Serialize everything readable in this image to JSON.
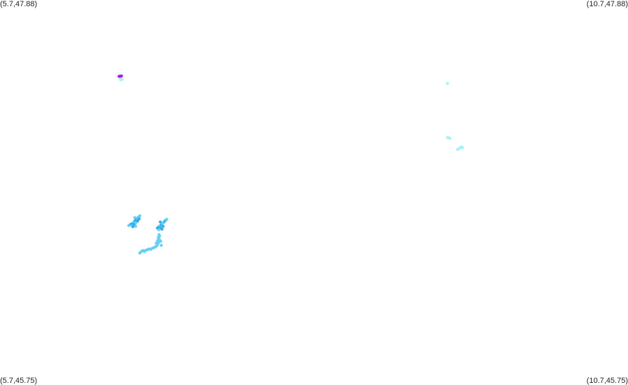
{
  "corners": {
    "top_left": "(5.7,47.88)",
    "top_right": "(10.7,47.88)",
    "bottom_left": "(5.7,45.75)",
    "bottom_right": "(10.7,45.75)"
  },
  "chart_data": {
    "type": "scatter",
    "xlim": [
      5.7,
      10.7
    ],
    "ylim": [
      45.75,
      47.88
    ],
    "grid": false,
    "colors": {
      "magenta": "#a020f0",
      "pale_cyan": "#a6f0f7",
      "light_blue": "#5ccdf2",
      "mid_blue": "#2aa6ea"
    },
    "points": [
      {
        "x": 6.647,
        "y": 47.458,
        "color": "magenta"
      },
      {
        "x": 6.652,
        "y": 47.457,
        "color": "magenta"
      },
      {
        "x": 6.657,
        "y": 47.459,
        "color": "magenta"
      },
      {
        "x": 6.662,
        "y": 47.458,
        "color": "magenta"
      },
      {
        "x": 6.668,
        "y": 47.46,
        "color": "magenta"
      },
      {
        "x": 6.658,
        "y": 47.44,
        "color": "pale_cyan"
      },
      {
        "x": 6.666,
        "y": 47.438,
        "color": "pale_cyan"
      },
      {
        "x": 6.672,
        "y": 47.441,
        "color": "pale_cyan"
      },
      {
        "x": 6.725,
        "y": 46.632,
        "color": "light_blue"
      },
      {
        "x": 6.735,
        "y": 46.637,
        "color": "light_blue"
      },
      {
        "x": 6.746,
        "y": 46.641,
        "color": "mid_blue"
      },
      {
        "x": 6.752,
        "y": 46.633,
        "color": "light_blue"
      },
      {
        "x": 6.761,
        "y": 46.645,
        "color": "mid_blue"
      },
      {
        "x": 6.766,
        "y": 46.652,
        "color": "light_blue"
      },
      {
        "x": 6.77,
        "y": 46.638,
        "color": "mid_blue"
      },
      {
        "x": 6.776,
        "y": 46.66,
        "color": "mid_blue"
      },
      {
        "x": 6.781,
        "y": 46.647,
        "color": "light_blue"
      },
      {
        "x": 6.786,
        "y": 46.666,
        "color": "mid_blue"
      },
      {
        "x": 6.792,
        "y": 46.673,
        "color": "light_blue"
      },
      {
        "x": 6.797,
        "y": 46.657,
        "color": "mid_blue"
      },
      {
        "x": 6.803,
        "y": 46.68,
        "color": "light_blue"
      },
      {
        "x": 6.808,
        "y": 46.669,
        "color": "mid_blue"
      },
      {
        "x": 6.814,
        "y": 46.686,
        "color": "light_blue"
      },
      {
        "x": 6.78,
        "y": 46.628,
        "color": "light_blue"
      },
      {
        "x": 6.758,
        "y": 46.626,
        "color": "mid_blue"
      },
      {
        "x": 6.773,
        "y": 46.676,
        "color": "light_blue"
      },
      {
        "x": 6.953,
        "y": 46.618,
        "color": "mid_blue"
      },
      {
        "x": 6.962,
        "y": 46.624,
        "color": "mid_blue"
      },
      {
        "x": 6.971,
        "y": 46.63,
        "color": "light_blue"
      },
      {
        "x": 6.978,
        "y": 46.62,
        "color": "mid_blue"
      },
      {
        "x": 6.985,
        "y": 46.637,
        "color": "mid_blue"
      },
      {
        "x": 6.992,
        "y": 46.644,
        "color": "light_blue"
      },
      {
        "x": 6.999,
        "y": 46.628,
        "color": "mid_blue"
      },
      {
        "x": 7.005,
        "y": 46.65,
        "color": "light_blue"
      },
      {
        "x": 7.012,
        "y": 46.657,
        "color": "mid_blue"
      },
      {
        "x": 7.02,
        "y": 46.662,
        "color": "light_blue"
      },
      {
        "x": 7.027,
        "y": 46.667,
        "color": "light_blue"
      },
      {
        "x": 6.965,
        "y": 46.609,
        "color": "light_blue"
      },
      {
        "x": 6.99,
        "y": 46.612,
        "color": "mid_blue"
      },
      {
        "x": 6.976,
        "y": 46.652,
        "color": "mid_blue"
      },
      {
        "x": 6.813,
        "y": 46.48,
        "color": "light_blue"
      },
      {
        "x": 6.825,
        "y": 46.488,
        "color": "light_blue"
      },
      {
        "x": 6.838,
        "y": 46.494,
        "color": "light_blue"
      },
      {
        "x": 6.85,
        "y": 46.489,
        "color": "light_blue"
      },
      {
        "x": 6.862,
        "y": 46.496,
        "color": "light_blue"
      },
      {
        "x": 6.875,
        "y": 46.499,
        "color": "light_blue"
      },
      {
        "x": 6.887,
        "y": 46.503,
        "color": "light_blue"
      },
      {
        "x": 6.899,
        "y": 46.5,
        "color": "light_blue"
      },
      {
        "x": 6.912,
        "y": 46.506,
        "color": "light_blue"
      },
      {
        "x": 6.925,
        "y": 46.51,
        "color": "light_blue"
      },
      {
        "x": 6.937,
        "y": 46.514,
        "color": "light_blue"
      },
      {
        "x": 6.948,
        "y": 46.52,
        "color": "light_blue"
      },
      {
        "x": 6.957,
        "y": 46.53,
        "color": "light_blue"
      },
      {
        "x": 6.962,
        "y": 46.54,
        "color": "light_blue"
      },
      {
        "x": 6.955,
        "y": 46.549,
        "color": "light_blue"
      },
      {
        "x": 6.968,
        "y": 46.556,
        "color": "light_blue"
      },
      {
        "x": 6.96,
        "y": 46.566,
        "color": "light_blue"
      },
      {
        "x": 6.971,
        "y": 46.574,
        "color": "light_blue"
      },
      {
        "x": 6.966,
        "y": 46.582,
        "color": "light_blue"
      },
      {
        "x": 6.98,
        "y": 46.545,
        "color": "light_blue"
      },
      {
        "x": 6.944,
        "y": 46.535,
        "color": "light_blue"
      },
      {
        "x": 6.984,
        "y": 46.523,
        "color": "light_blue"
      },
      {
        "x": 9.263,
        "y": 47.418,
        "color": "pale_cyan"
      },
      {
        "x": 9.263,
        "y": 47.119,
        "color": "pale_cyan"
      },
      {
        "x": 9.273,
        "y": 47.117,
        "color": "pale_cyan"
      },
      {
        "x": 9.282,
        "y": 47.115,
        "color": "pale_cyan"
      },
      {
        "x": 9.343,
        "y": 47.053,
        "color": "pale_cyan"
      },
      {
        "x": 9.354,
        "y": 47.058,
        "color": "pale_cyan"
      },
      {
        "x": 9.365,
        "y": 47.062,
        "color": "pale_cyan"
      },
      {
        "x": 9.372,
        "y": 47.067,
        "color": "pale_cyan"
      },
      {
        "x": 9.383,
        "y": 47.064,
        "color": "pale_cyan"
      }
    ]
  }
}
